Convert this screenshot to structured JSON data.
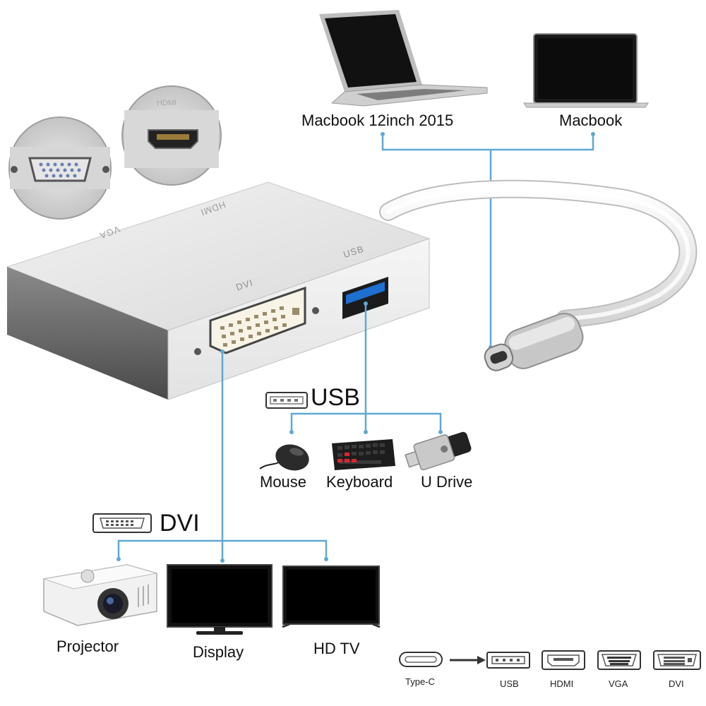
{
  "colors": {
    "line": "#5fa8d3",
    "shell": "#e8e8e8",
    "shell_dark": "#6e6e6e"
  },
  "laptops": {
    "left_label": "Macbook 12inch 2015",
    "right_label": "Macbook"
  },
  "adapter": {
    "port_labels": {
      "vga": "VGA",
      "hdmi": "HDMI",
      "dvi": "DVI",
      "usb": "USB"
    }
  },
  "usb_group": {
    "title": "USB",
    "items": [
      "Mouse",
      "Keyboard",
      "U Drive"
    ]
  },
  "dvi_group": {
    "title": "DVI",
    "items": [
      "Projector",
      "Display",
      "HD TV"
    ]
  },
  "legend": {
    "source": "Type-C",
    "outputs": [
      "USB",
      "HDMI",
      "VGA",
      "DVI"
    ]
  },
  "callouts": {
    "hdmi_label": "HDMI"
  }
}
